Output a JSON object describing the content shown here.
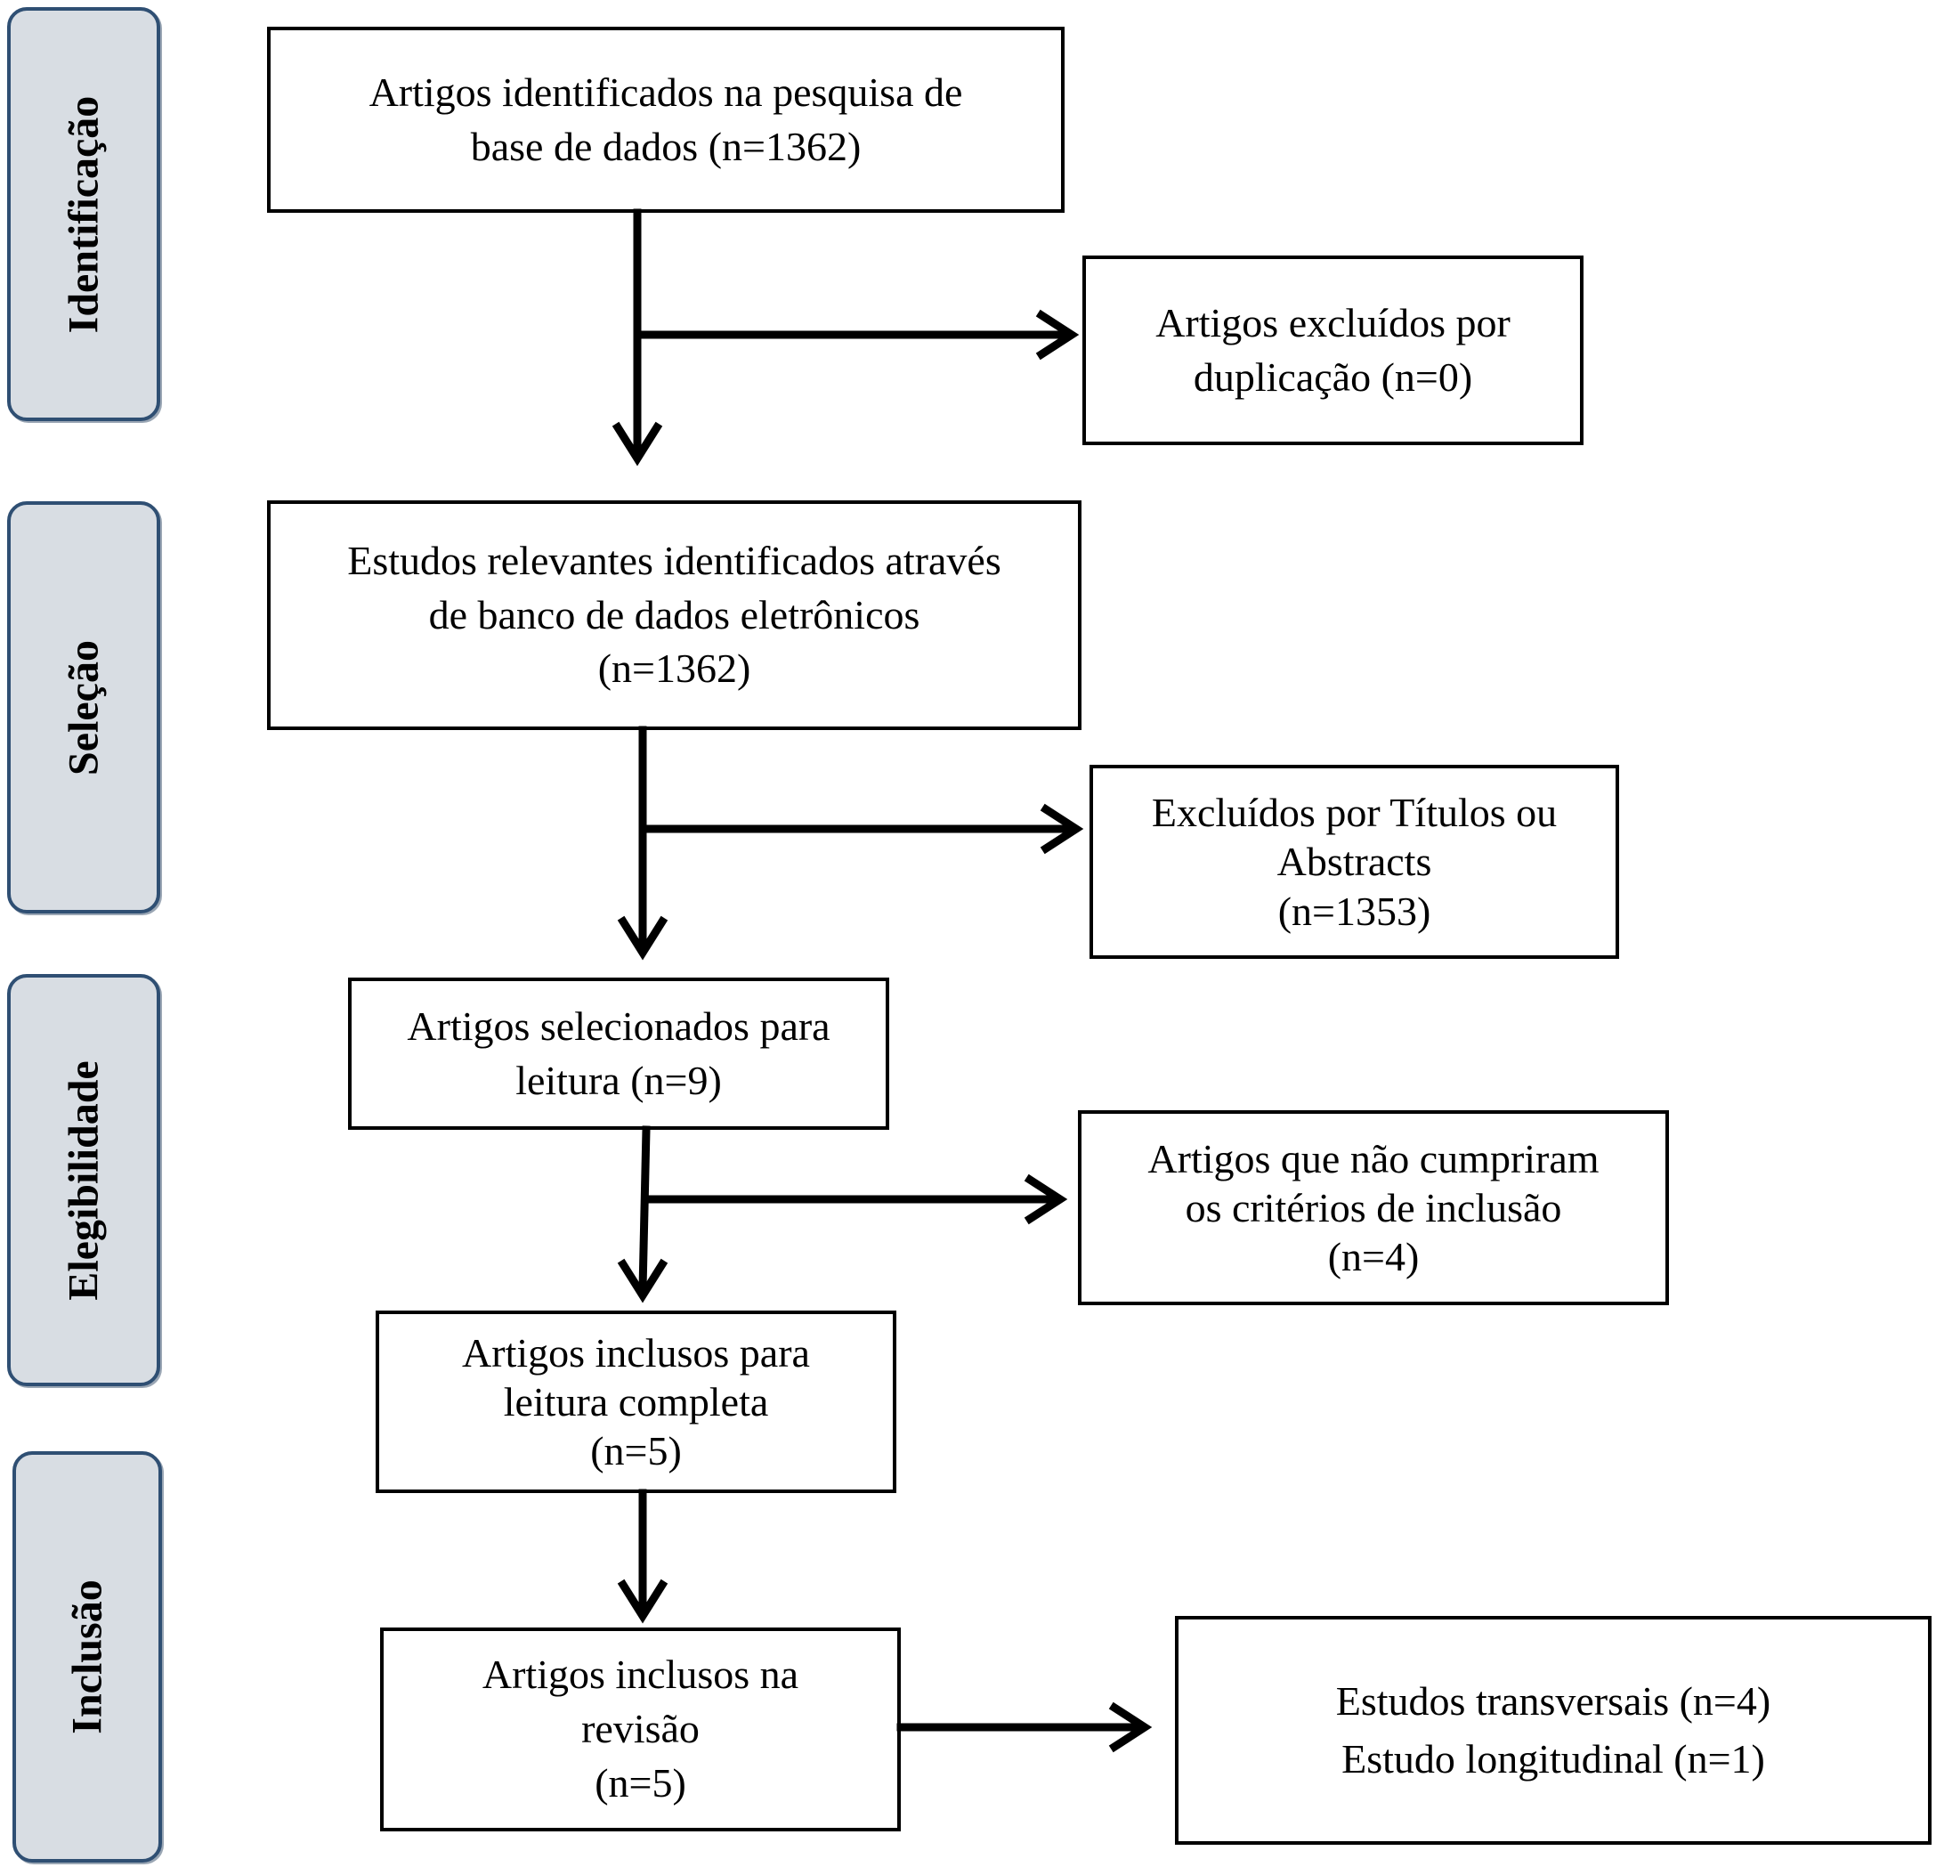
{
  "phases": {
    "identificacao": "Identificação",
    "selecao": "Seleção",
    "elegibilidade": "Elegibilidade",
    "inclusao": "Inclusão"
  },
  "boxes": {
    "identified": {
      "line1": "Artigos identificados na pesquisa de",
      "line2": "base de dados (n=1362)"
    },
    "excluded_duplicates": {
      "line1": "Artigos excluídos por",
      "line2": "duplicação (n=0)"
    },
    "relevant": {
      "line1": "Estudos relevantes identificados através",
      "line2": "de banco de dados eletrônicos",
      "line3": "(n=1362)"
    },
    "excluded_titles": {
      "line1": "Excluídos por Títulos ou",
      "line2": "Abstracts",
      "line3": "(n=1353)"
    },
    "selected_reading": {
      "line1": "Artigos selecionados para",
      "line2": "leitura (n=9)"
    },
    "not_criteria": {
      "line1": "Artigos que não cumpriram",
      "line2": "os critérios de inclusão",
      "line3": "(n=4)"
    },
    "full_reading": {
      "line1": "Artigos inclusos para",
      "line2": "leitura completa",
      "line3": "(n=5)"
    },
    "included_review": {
      "line1": "Artigos inclusos na",
      "line2": "revisão",
      "line3": "(n=5)"
    },
    "study_types": {
      "line1": "Estudos transversais (n=4)",
      "line2": "Estudo longitudinal (n=1)"
    }
  },
  "colors": {
    "phase_border": "#2f4f73",
    "phase_fill": "#d8dde3",
    "box_border": "#000000",
    "arrow": "#000000"
  }
}
